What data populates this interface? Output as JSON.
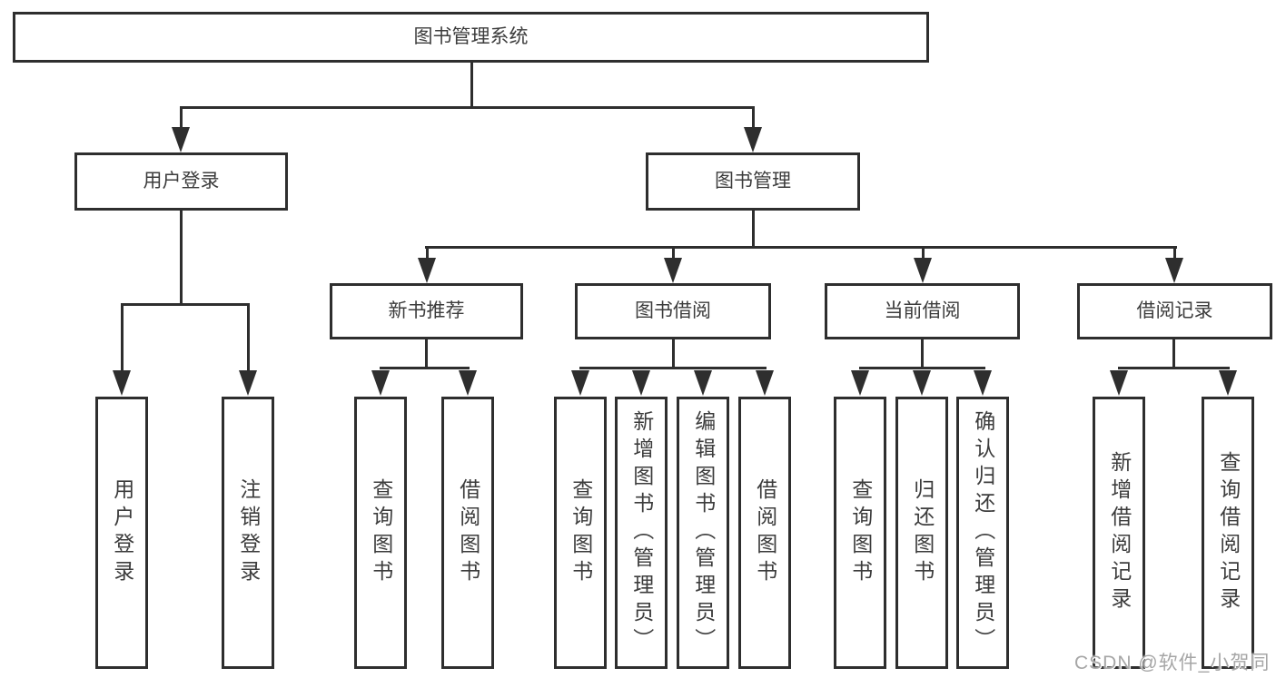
{
  "colors": {
    "line": "#2e2e2e",
    "box_background": "#ffffff",
    "text": "#3c3c3c",
    "watermark": "#a6a6a6"
  },
  "watermark": {
    "text": "CSDN @软件_小贺同学"
  },
  "tree": {
    "label": "图书管理系统",
    "children": [
      {
        "label": "用户登录",
        "children": [
          {
            "label": "用户登录"
          },
          {
            "label": "注销登录"
          }
        ]
      },
      {
        "label": "图书管理",
        "children": [
          {
            "label": "新书推荐",
            "children": [
              {
                "label": "查询图书"
              },
              {
                "label": "借阅图书"
              }
            ]
          },
          {
            "label": "图书借阅",
            "children": [
              {
                "label": "查询图书"
              },
              {
                "label": "新增图书（管理员）"
              },
              {
                "label": "编辑图书（管理员）"
              },
              {
                "label": "借阅图书"
              }
            ]
          },
          {
            "label": "当前借阅",
            "children": [
              {
                "label": "查询图书"
              },
              {
                "label": "归还图书"
              },
              {
                "label": "确认归还（管理员）"
              }
            ]
          },
          {
            "label": "借阅记录",
            "children": [
              {
                "label": "新增借阅记录"
              },
              {
                "label": "查询借阅记录"
              }
            ]
          }
        ]
      }
    ]
  }
}
